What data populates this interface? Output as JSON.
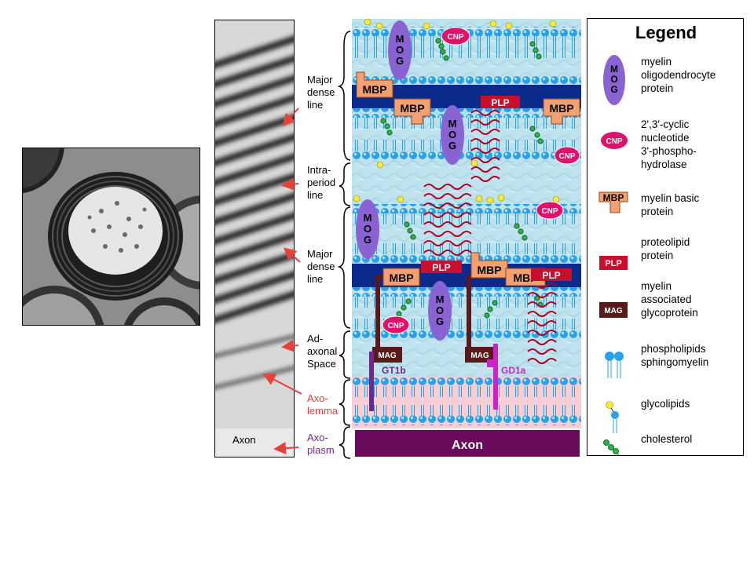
{
  "micrograph_label": "Axon",
  "layer_labels": {
    "major_dense_1": [
      "Major",
      "dense",
      "line"
    ],
    "intraperiod": [
      "Intra-",
      "period",
      "line"
    ],
    "major_dense_2": [
      "Major",
      "dense",
      "line"
    ],
    "adaxonal": [
      "Ad-",
      "axonal",
      "Space"
    ],
    "axolemma": [
      "Axo-",
      "lemma"
    ],
    "axoplasm": [
      "Axo-",
      "plasm"
    ]
  },
  "diagram": {
    "axon_label": "Axon",
    "mog": "MOG",
    "cnp": "CNP",
    "mbp": "MBP",
    "plp": "PLP",
    "mag": "MAG",
    "gt1b": "GT1b",
    "gd1a": "GD1a"
  },
  "legend": {
    "title": "Legend",
    "items": [
      {
        "badge": "MOG",
        "lines": [
          "myelin",
          "oligodendrocyte",
          "protein"
        ]
      },
      {
        "badge": "CNP",
        "lines": [
          "2',3'-cyclic",
          "nucleotide",
          "3'-phospho-",
          "hydrolase"
        ]
      },
      {
        "badge": "MBP",
        "lines": [
          "myelin basic",
          "protein"
        ]
      },
      {
        "badge": "PLP",
        "lines": [
          "proteolipid",
          "protein"
        ]
      },
      {
        "badge": "MAG",
        "lines": [
          "myelin",
          "associated",
          "glycoprotein"
        ]
      },
      {
        "badge": "",
        "lines": [
          "phospholipids",
          "sphingomyelin"
        ]
      },
      {
        "badge": "",
        "lines": [
          "glycolipids"
        ]
      },
      {
        "badge": "",
        "lines": [
          "cholesterol"
        ]
      }
    ]
  },
  "colors": {
    "mog": "#8a63d2",
    "cnp": "#e0116b",
    "mbp": "#f4a070",
    "plp": "#c8102e",
    "mag": "#5a1a1a",
    "dense_line": "#0a2a8c",
    "lipid_head": "#2aa0e8",
    "axon": "#6a0a5a",
    "axolemma_fill": "#f6cfd4",
    "cytoplasm": "#bfe3ee",
    "cholesterol": "#2fb34a",
    "glycolipid_head": "#f3ea3c",
    "gt1b": "#6c2b8c",
    "gd1a": "#cc22cc"
  }
}
